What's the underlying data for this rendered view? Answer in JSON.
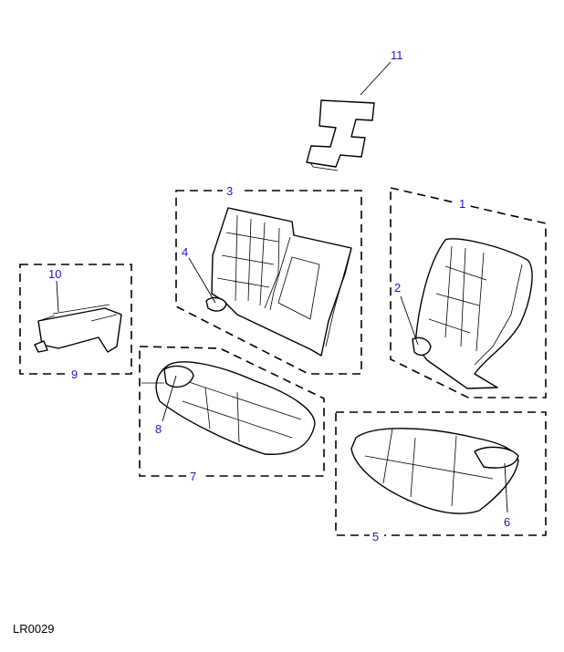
{
  "diagram": {
    "reference_code": "LR0029",
    "callouts": [
      "1",
      "2",
      "3",
      "4",
      "5",
      "6",
      "7",
      "8",
      "9",
      "10",
      "11"
    ],
    "label_color": "#1a1acc"
  }
}
